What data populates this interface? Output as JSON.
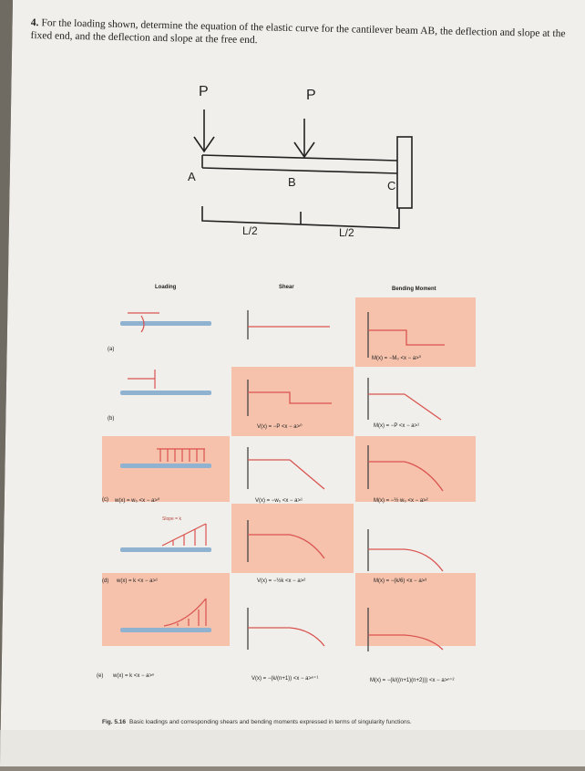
{
  "problem": {
    "number": "4.",
    "text": "For the loading shown, determine the equation of the elastic curve for the cantilever beam AB, the deflection and slope at the fixed end, and the deflection and slope at the free end."
  },
  "beam_figure": {
    "load_left": "P",
    "load_right": "P",
    "point_a": "A",
    "point_b": "B",
    "point_c": "C",
    "dim_left": "L/2",
    "dim_right": "L/2"
  },
  "table": {
    "col_loading": "Loading",
    "col_shear": "Shear",
    "col_moment": "Bending Moment",
    "rows": [
      {
        "tag": "(a)",
        "load_eq": "",
        "shear_eq": "",
        "moment_eq": "M(x) = −M₀ <x − a>⁰"
      },
      {
        "tag": "(b)",
        "load_eq": "",
        "shear_eq": "V(x) = −P <x − a>⁰",
        "moment_eq": "M(x) = −P <x − a>¹"
      },
      {
        "tag": "(c)",
        "load_eq": "w(x) = w₀ <x − a>⁰",
        "shear_eq": "V(x) = −w₀ <x − a>¹",
        "moment_eq": "M(x) = −½ w₀ <x − a>²"
      },
      {
        "tag": "(d)",
        "load_eq": "w(x) = k <x − a>¹",
        "shear_eq": "V(x) = −½k <x − a>²",
        "moment_eq": "M(x) = −(k/6) <x − a>³"
      },
      {
        "tag": "(e)",
        "load_eq": "w(x) = k <x − a>ⁿ",
        "shear_eq": "V(x) = −(k/(n+1)) <x − a>ⁿ⁺¹",
        "moment_eq": "M(x) = −(k/((n+1)(n+2))) <x − a>ⁿ⁺²"
      }
    ],
    "slope_label": "Slope = k"
  },
  "caption": {
    "fig": "Fig. 5.16",
    "text": "Basic loadings and corresponding shears and bending moments expressed in terms of singularity functions."
  },
  "colors": {
    "accent": "#d9534f",
    "panel": "#f6c2ac",
    "paper": "#f1efeb"
  }
}
